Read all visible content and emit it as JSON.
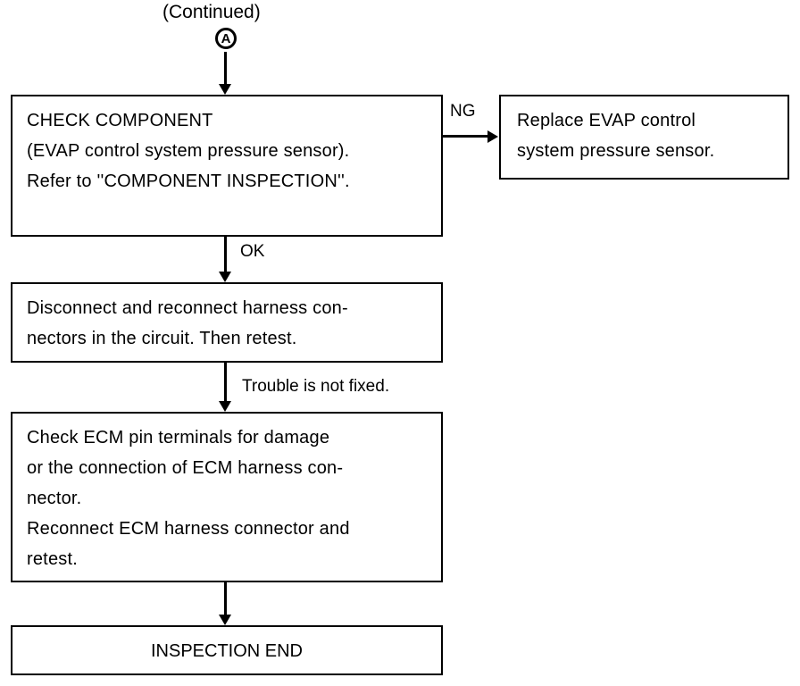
{
  "diagram": {
    "title": "(Continued)",
    "connector_label": "A",
    "boxes": [
      {
        "id": "check-component",
        "text": "CHECK COMPONENT\n(EVAP control system pressure sensor).\nRefer to ''COMPONENT INSPECTION''."
      },
      {
        "id": "replace-sensor",
        "text": "Replace EVAP control\nsystem pressure sensor."
      },
      {
        "id": "disconnect-reconnect",
        "text": "Disconnect and reconnect harness con-\nnectors in the circuit. Then retest."
      },
      {
        "id": "check-ecm-pins",
        "text": "Check ECM pin terminals for damage\nor the connection of ECM harness con-\nnector.\nReconnect ECM harness connector and\nretest."
      },
      {
        "id": "inspection-end",
        "text": "INSPECTION END"
      }
    ],
    "edge_labels": {
      "ng": "NG",
      "ok": "OK",
      "trouble": "Trouble is not fixed."
    },
    "colors": {
      "line": "#000000",
      "background": "#ffffff",
      "text": "#000000"
    }
  }
}
